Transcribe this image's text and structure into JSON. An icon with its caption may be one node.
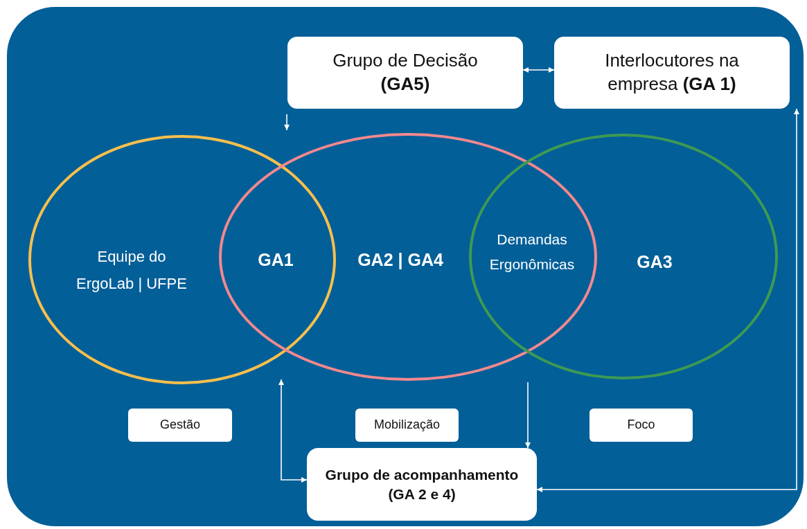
{
  "diagram": {
    "nodes": [
      {
        "text": [
          "Grupo de Decisão **(GA5)**"
        ]
      },
      {
        "text": [
          "Interlocutores na empresa **(GA 1)**"
        ]
      },
      {
        "text": [
          "Equipe do ErgoLab | UFPE"
        ]
      },
      {
        "text": [
          "GA2 | GA4"
        ]
      },
      {
        "text": [
          "GA3"
        ]
      },
      {
        "text": [
          "Gestão"
        ]
      },
      {
        "text": [
          "Mobilização"
        ]
      },
      {
        "text": [
          "Foco"
        ]
      },
      {
        "text": [
          "Grupo de acompanhamento (GA 2 e 4)"
        ]
      }
    ],
    "edges": [
      {
        "from": 0,
        "to": 1,
        "arrow": "both"
      },
      {
        "from": 0,
        "to": 3,
        "arrow": "to"
      },
      {
        "from": 3,
        "to": 8,
        "arrow": "both"
      },
      {
        "from": 4,
        "to": 8,
        "arrow": "to"
      },
      {
        "from": 8,
        "to": 1,
        "arrow": "both"
      }
    ],
    "labels": [
      "GA1",
      "Demandas Ergonômicas"
    ]
  }
}
